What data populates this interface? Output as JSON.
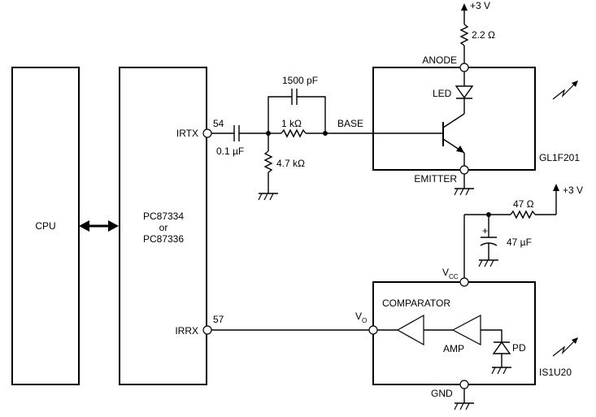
{
  "blocks": {
    "cpu": "CPU",
    "controller_line1": "PC87334",
    "controller_line2": "or",
    "controller_line3": "PC87336",
    "transmitter_part": "GL1F201",
    "receiver_part": "IS1U20"
  },
  "pins": {
    "irtx": "IRTX",
    "irtx_num": "54",
    "irrx": "IRRX",
    "irrx_num": "57",
    "anode": "ANODE",
    "base": "BASE",
    "emitter": "EMITTER",
    "vcc_main": "V",
    "vcc_sub": "CC",
    "vo_main": "V",
    "vo_sub": "O",
    "gnd": "GND"
  },
  "components": {
    "cap_series": "0.1 µF",
    "cap_parallel": "1500 pF",
    "res_base": "1 kΩ",
    "res_shunt": "4.7 kΩ",
    "res_anode": "2.2 Ω",
    "res_supply": "47 Ω",
    "cap_bypass": "47 µF",
    "cap_plus": "+",
    "led": "LED",
    "comparator": "COMPARATOR",
    "amp": "AMP",
    "pd": "PD"
  },
  "supplies": {
    "top": "+3 V",
    "right": "+3 V"
  }
}
